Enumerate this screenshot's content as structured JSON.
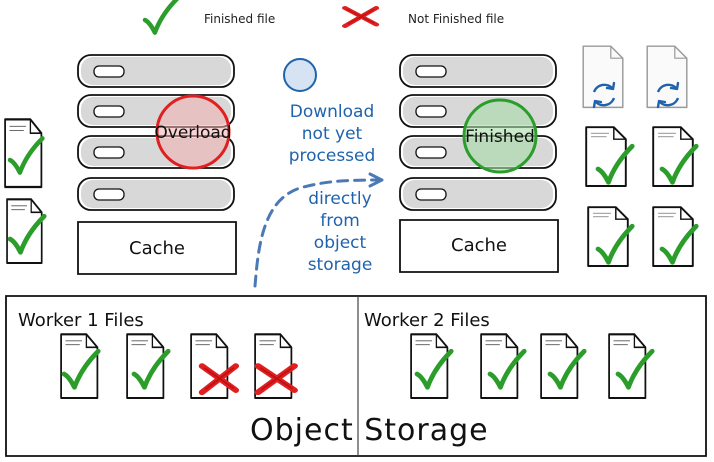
{
  "legend": {
    "finished_label": "Finished file",
    "not_finished_label": "Not Finished file",
    "check_color": "#2a9d2a",
    "cross_color": "#e02020"
  },
  "server_left": {
    "status_label": "Overload",
    "status_color": "#e02020",
    "cache_label": "Cache"
  },
  "server_right": {
    "status_label": "Finished",
    "status_color": "#2a9d2a",
    "cache_label": "Cache"
  },
  "note": {
    "line1": "Download",
    "line2": "not yet",
    "line3": "processed",
    "line4": "directly",
    "line5": "from",
    "line6": "object",
    "line7": "storage"
  },
  "object_storage": {
    "title": "Object Storage",
    "worker1_label": "Worker 1 Files",
    "worker2_label": "Worker 2 Files",
    "worker1_files": [
      "finished",
      "finished",
      "not-finished",
      "not-finished"
    ],
    "worker2_files": [
      "finished",
      "finished",
      "finished",
      "finished"
    ]
  },
  "icons": {
    "processing_icon": "refresh-cycle-icon",
    "check_icon": "checkmark-icon",
    "cross_icon": "cross-icon",
    "file_icon": "document-icon"
  }
}
